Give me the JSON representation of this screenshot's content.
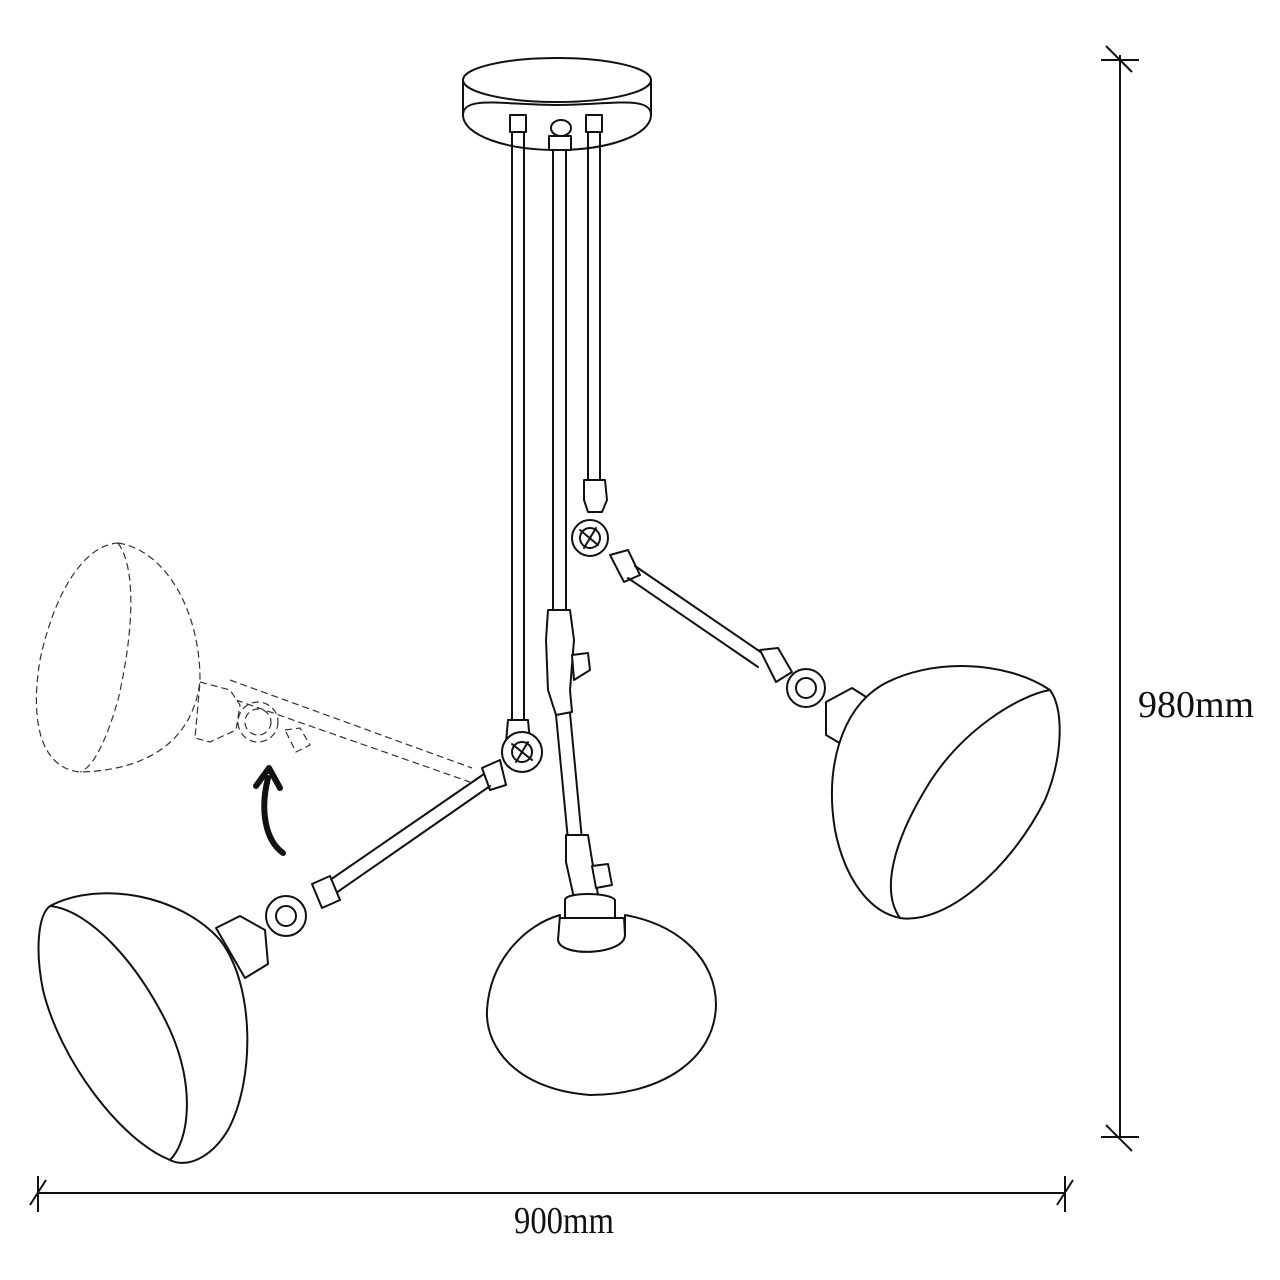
{
  "diagram": {
    "type": "technical product dimension drawing",
    "subject": "3-arm adjustable pendant ceiling lamp",
    "colors": {
      "line": "#111111",
      "background": "#ffffff",
      "ghost_line": "#333333"
    }
  },
  "dimensions": {
    "height": {
      "label": "980mm",
      "orientation": "vertical"
    },
    "width": {
      "label": "900mm",
      "orientation": "horizontal"
    }
  },
  "components": {
    "canopy": "ceiling-canopy",
    "rods": 3,
    "shades": [
      "left-shade",
      "center-shade",
      "right-shade"
    ],
    "ghost_shade": "alternate-position-shade (dashed)",
    "rotation_arrow": "rotation-indicator-arrow"
  }
}
